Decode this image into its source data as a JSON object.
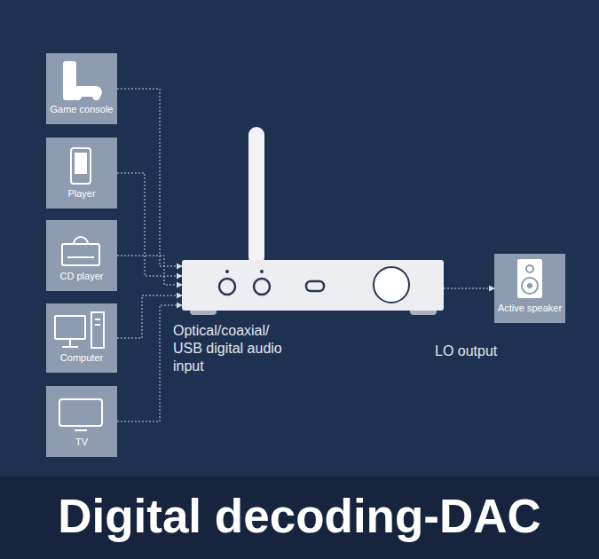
{
  "diagram": {
    "title": "Digital decoding-DAC",
    "nodes": [
      {
        "text": [
          "Game console"
        ]
      },
      {
        "text": [
          "Player"
        ]
      },
      {
        "text": [
          "CD player"
        ]
      },
      {
        "text": [
          "Computer"
        ]
      },
      {
        "text": [
          "TV"
        ]
      },
      {
        "text": [
          "Optical/coaxial/ USB digital audio input"
        ]
      },
      {
        "text": [
          "Active speaker"
        ]
      }
    ],
    "edges": [
      {
        "from": 0,
        "to": 5,
        "arrow": "to"
      },
      {
        "from": 1,
        "to": 5,
        "arrow": "to"
      },
      {
        "from": 2,
        "to": 5,
        "arrow": "to"
      },
      {
        "from": 3,
        "to": 5,
        "arrow": "to"
      },
      {
        "from": 4,
        "to": 5,
        "arrow": "to"
      },
      {
        "from": 5,
        "to": 6,
        "label": "LO output",
        "arrow": "to"
      }
    ]
  }
}
